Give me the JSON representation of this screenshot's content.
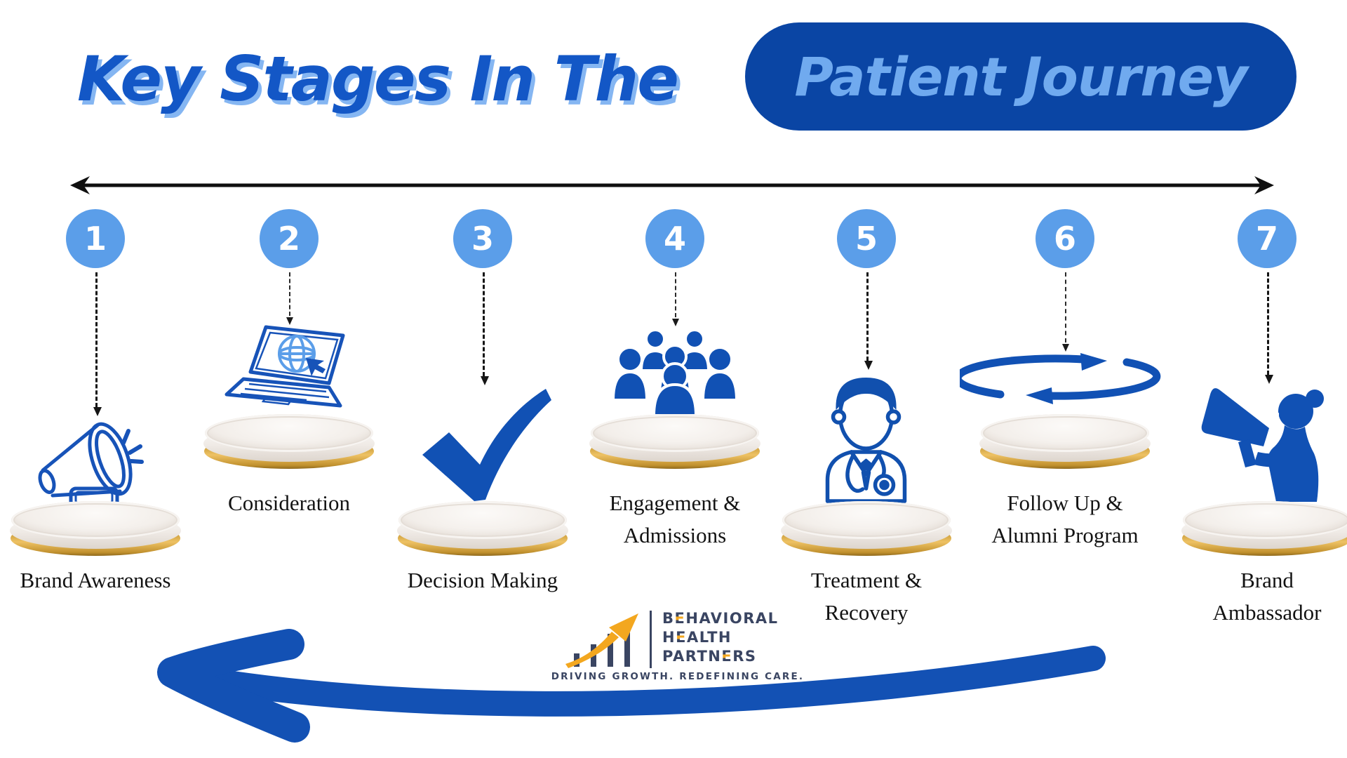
{
  "title": {
    "regular": "Key Stages In The",
    "highlighted": "Patient Journey"
  },
  "stages": [
    {
      "number": "1",
      "label_line1": "Brand Awareness",
      "label_line2": "",
      "icon": "megaphone"
    },
    {
      "number": "2",
      "label_line1": "Consideration",
      "label_line2": "",
      "icon": "laptop-globe"
    },
    {
      "number": "3",
      "label_line1": "Decision Making",
      "label_line2": "",
      "icon": "checkmark"
    },
    {
      "number": "4",
      "label_line1": "Engagement &",
      "label_line2": "Admissions",
      "icon": "people-group"
    },
    {
      "number": "5",
      "label_line1": "Treatment &",
      "label_line2": "Recovery",
      "icon": "doctor"
    },
    {
      "number": "6",
      "label_line1": "Follow Up &",
      "label_line2": "Alumni Program",
      "icon": "loop-arrows"
    },
    {
      "number": "7",
      "label_line1": "Brand",
      "label_line2": "Ambassador",
      "icon": "announcer-woman"
    }
  ],
  "logo": {
    "name_line1": "BEHAVIORAL",
    "name_line2": "HEALTH",
    "name_line3": "PARTNERS",
    "tagline": "DRIVING GROWTH. REDEFINING CARE."
  },
  "colors": {
    "title_blue": "#1357C6",
    "title_shadow_blue": "#85B6F2",
    "pill_navy": "#0A45A4",
    "pill_text_blue": "#70AAEF",
    "circle_blue": "#5B9EE9",
    "icon_blue": "#1753B8",
    "solid_icon_blue": "#1151B4",
    "globe_light_blue": "#5B9EE9",
    "pedestal_gold": "#D99B2B",
    "logo_navy": "#3A4562",
    "logo_orange": "#F3A71F",
    "timeline_black": "#101010"
  }
}
